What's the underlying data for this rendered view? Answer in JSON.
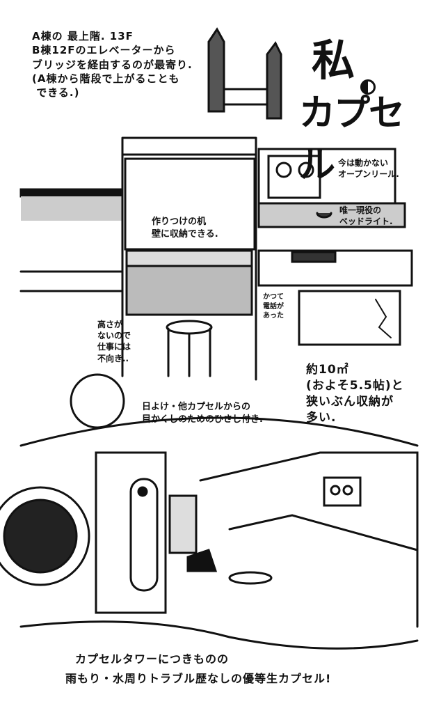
{
  "intro": {
    "lines": "A棟の 最上階. 13F\nB棟12Fのエレベーターから\nブリッジを経由するのが最寄り.\n(A棟から階段で上がることも\n できる.)"
  },
  "logo": {
    "line1": "私",
    "line2": "カプセル"
  },
  "notes": {
    "reel": "今は動かない\nオープンリール.",
    "light": "唯一現役の\nベッドライト.",
    "desk": "作りつけの机\n壁に収納できる.",
    "phone": "かつて\n電話が\nあった",
    "height": "高さが\nないので\n仕事には\n不向き..",
    "shade": "日よけ・他カプセルからの\n目かくしのためのひさし付き."
  },
  "area": "約10㎡\n(およそ5.5帖)と\n狭いぶん収納が\n多い.",
  "caption": {
    "line1": "カプセルタワーにつきものの",
    "line2": "雨もり・水周りトラブル歴なしの優等生カプセル!"
  }
}
